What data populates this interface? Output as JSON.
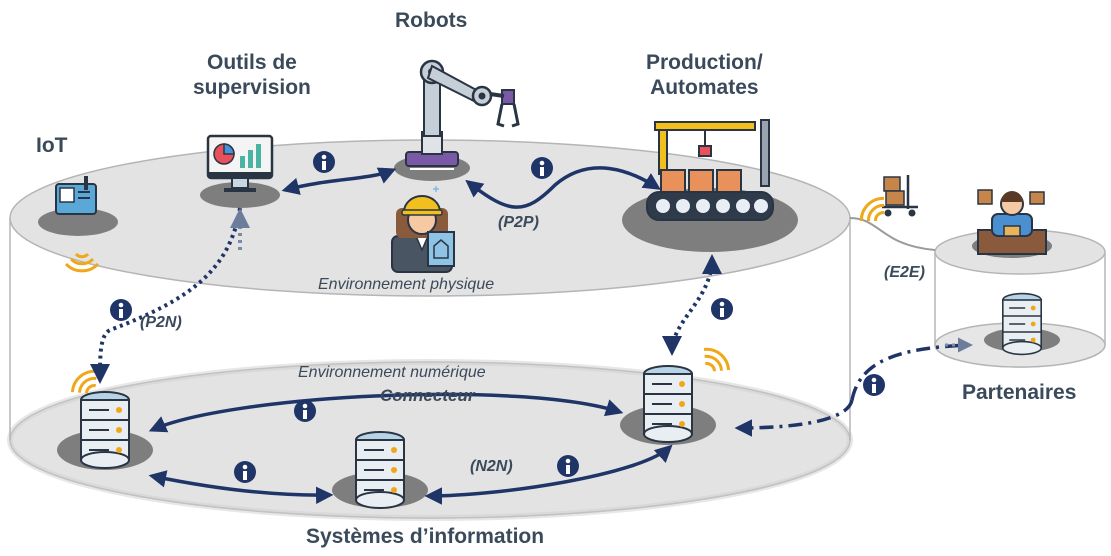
{
  "labels": {
    "robots": "Robots",
    "outils_line1": "Outils de",
    "outils_line2": "supervision",
    "iot": "IoT",
    "production_line1": "Production/",
    "production_line2": "Automates",
    "partenaires": "Partenaires",
    "systemes": "Systèmes d’information",
    "env_physique": "Environnement physique",
    "env_numerique": "Environnement numérique",
    "connecteur": "Connecteur",
    "p2p": "(P2P)",
    "p2n": "(P2N)",
    "n2n": "(N2N)",
    "e2e": "(E2E)",
    "info_glyph": "i"
  },
  "colors": {
    "navy": "#1f3567",
    "accent": "#f0a818",
    "text": "#3b4a5a",
    "platform": "#e3e3e3",
    "base": "#808080"
  }
}
